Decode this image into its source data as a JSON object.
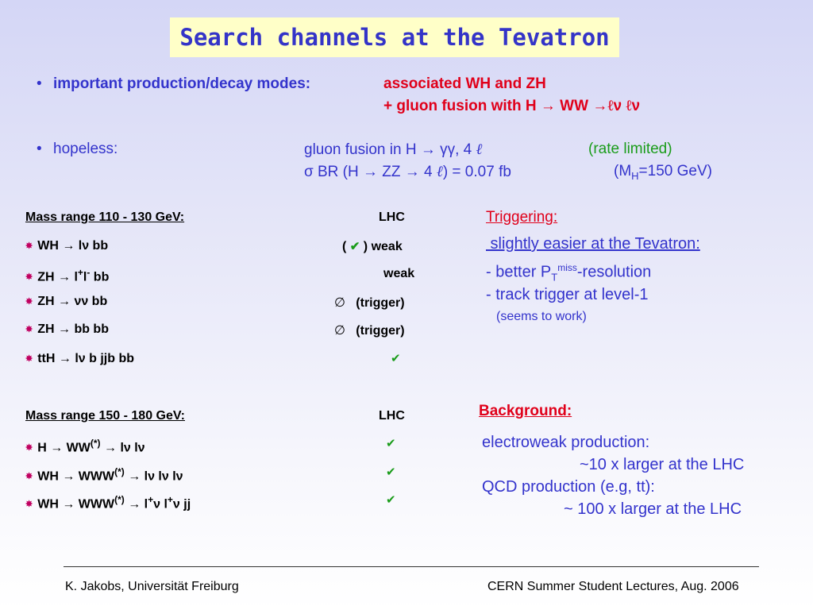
{
  "title": "Search channels at the Tevatron",
  "modes": {
    "bullet": "•",
    "label": "important production/decay modes:",
    "line1": "associated WH and  ZH",
    "line2_prefix": "+ gluon fusion with H → WW →",
    "line2_l": "ℓ",
    "line2_nu1": "ν ",
    "line2_l2": "ℓ",
    "line2_nu2": "ν"
  },
  "hopeless": {
    "bullet": "•",
    "label": "hopeless:",
    "line1_text": "gluon fusion in  H → γγ, 4 ",
    "line1_l": "ℓ",
    "line1_note": "(rate limited)",
    "line2_text": "σ BR (H → ZZ → 4 ",
    "line2_l": "ℓ",
    "line2_tail": ")  = 0.07 fb",
    "line2_note_a": "(M",
    "line2_note_sub": "H",
    "line2_note_b": "=150 GeV)"
  },
  "table1": {
    "header_a": "Mass range    110 - 130 GeV:",
    "header_b": "LHC",
    "rows": [
      {
        "process": "WH   →  lν   bb",
        "status_a": "( ",
        "check": "✔",
        "status_b": " ) weak"
      },
      {
        "process": "ZH    →  l",
        "sup1": "+",
        "mid": "l",
        "sup2": "-",
        "tail": "  bb",
        "status": "weak"
      },
      {
        "process": "ZH    →  νν    bb",
        "symbol": "∅",
        "status": "(trigger)"
      },
      {
        "process": "ZH    →  bb  bb",
        "symbol": "∅",
        "status": "(trigger)"
      },
      {
        "process": "ttH    →   lν b jjb bb",
        "check": "✔"
      }
    ]
  },
  "table2": {
    "header_a": "Mass range    150 - 180 GeV:",
    "header_b": "LHC",
    "rows": [
      {
        "a": "H     →  WW",
        "sup": "(*)",
        "b": "   →  lν lν",
        "check": "✔"
      },
      {
        "a": "WH →  WWW",
        "sup": "(*)",
        "b": " →  lν lν  lν",
        "check": "✔"
      },
      {
        "a": "WH →  WWW",
        "sup": "(*)",
        "b": " →  l",
        "sup2": "+",
        "c": "ν l",
        "sup3": "+",
        "d": "ν  jj",
        "check": "✔"
      }
    ]
  },
  "triggering": {
    "heading": "Triggering:",
    "line1": " slightly easier at the Tevatron:",
    "line2_a": "- better  P",
    "line2_sub": "T",
    "line2_sup": "miss",
    "line2_b": "-resolution",
    "line3": "- track trigger at level-1",
    "line4": "(seems to work)"
  },
  "background": {
    "heading": "Background:",
    "line1": "electroweak production:",
    "line2": "~10 x larger  at the  LHC",
    "line3": "QCD production   (e.g, tt):",
    "line4": "~ 100 x larger  at the  LHC"
  },
  "footer": {
    "left": "K. Jakobs,  Universität Freiburg",
    "right": "CERN Summer Student Lectures,  Aug. 2006"
  },
  "colors": {
    "title": "#3434c8",
    "title_bg": "#ffffc8",
    "blue_text": "#3333cc",
    "red_text": "#e0001a",
    "green_text": "#1a9c1a"
  }
}
